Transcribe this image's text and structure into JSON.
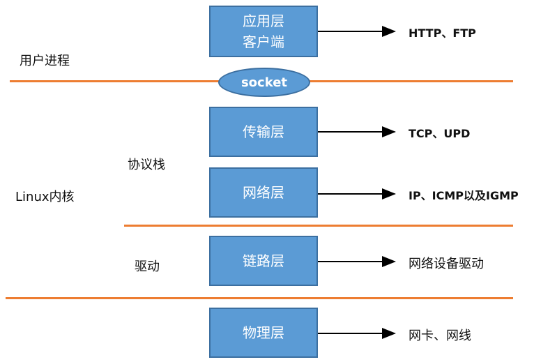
{
  "side_labels": {
    "user_process": "用户进程",
    "protocol_stack": "协议栈",
    "linux_kernel": "Linux内核",
    "driver": "驱动"
  },
  "layers": [
    {
      "line1": "应用层",
      "line2": "客户端",
      "note": "HTTP、FTP"
    },
    {
      "line1": "传输层",
      "note": "TCP、UPD"
    },
    {
      "line1": "网络层",
      "note": "IP、ICMP以及IGMP"
    },
    {
      "line1": "链路层",
      "note": "网络设备驱动"
    },
    {
      "line1": "物理层",
      "note": "网卡、网线"
    }
  ],
  "socket_label": "socket",
  "colors": {
    "box_fill": "#5b9bd5",
    "box_border": "#3c6fa0",
    "separator": "#ed7d31",
    "arrow": "#000000"
  }
}
